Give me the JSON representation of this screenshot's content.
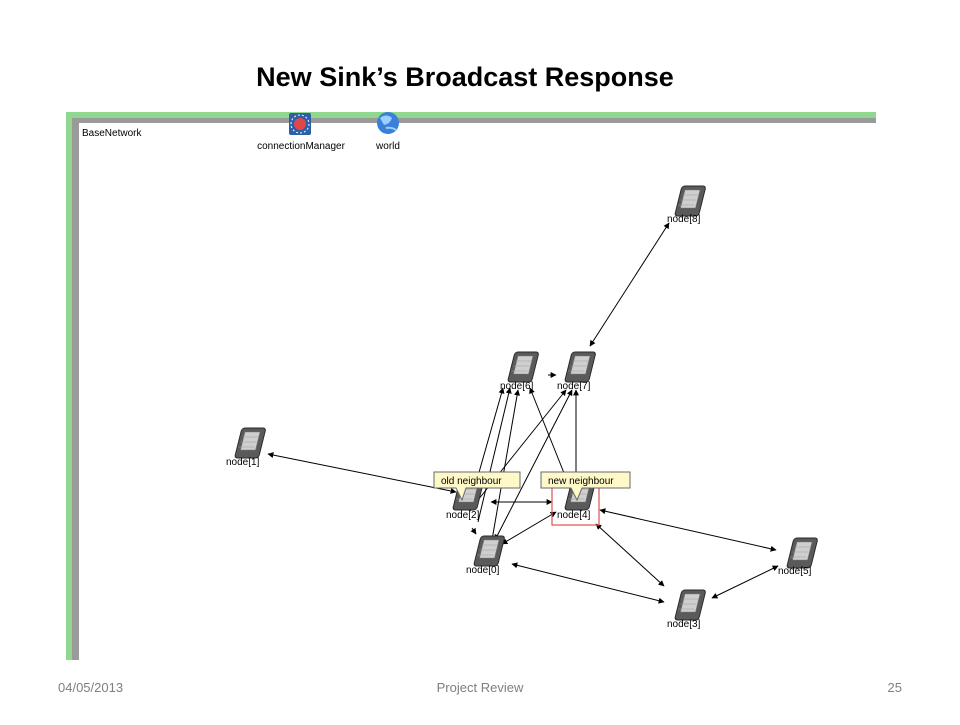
{
  "slide": {
    "title": "New Sink’s Broadcast Response"
  },
  "canvas": {
    "network_name": "BaseNetwork",
    "toolbar_items": [
      {
        "label": "connectionManager",
        "icon": "connection-manager-icon"
      },
      {
        "label": "world",
        "icon": "world-globe-icon"
      }
    ],
    "nodes": [
      {
        "id": "node-0",
        "label": "node[0]"
      },
      {
        "id": "node-1",
        "label": "node[1]"
      },
      {
        "id": "node-2",
        "label": "node[2]"
      },
      {
        "id": "node-3",
        "label": "node[3]"
      },
      {
        "id": "node-4",
        "label": "node[4]"
      },
      {
        "id": "node-5",
        "label": "node[5]"
      },
      {
        "id": "node-6",
        "label": "node[6]"
      },
      {
        "id": "node-7",
        "label": "node[7]"
      },
      {
        "id": "node-8",
        "label": "node[8]"
      }
    ],
    "callouts": {
      "old": "old neighbour",
      "new": "new neighbour"
    },
    "colors": {
      "frame_green": "#90d890",
      "selection_red": "#e05050",
      "callout_fill": "#fff8c8"
    }
  },
  "footer": {
    "date": "04/05/2013",
    "center": "Project Review",
    "page": "25"
  }
}
